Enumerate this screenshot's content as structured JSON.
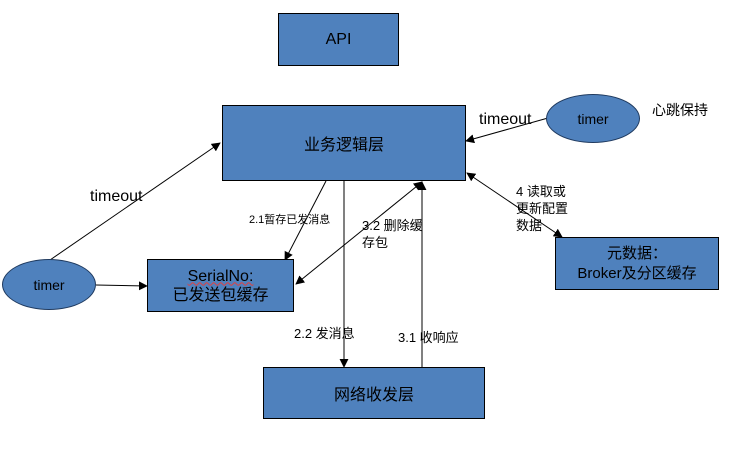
{
  "nodes": {
    "api": {
      "label": "API"
    },
    "business": {
      "label": "业务逻辑层"
    },
    "serial": {
      "line1": "SerialNo:",
      "line2": "已发送包缓存"
    },
    "network": {
      "label": "网络收发层"
    },
    "metadata": {
      "line1": "元数据：",
      "line2": "Broker及分区缓存"
    },
    "timer_left": {
      "label": "timer"
    },
    "timer_right": {
      "label": "timer"
    }
  },
  "labels": {
    "heartbeat": "心跳保持",
    "timeout_left": "timeout",
    "timeout_right": "timeout",
    "step_2_1": "2.1暂存已发消息",
    "step_2_2": "2.2 发消息",
    "step_3_1": "3.1 收响应",
    "step_3_2_line1": "3.2 删除缓",
    "step_3_2_line2": "存包",
    "step_4_line1": "4 读取或",
    "step_4_line2": "更新配置",
    "step_4_line3": "数据"
  },
  "colors": {
    "node_fill": "#4f81bd",
    "stroke": "#000000"
  }
}
